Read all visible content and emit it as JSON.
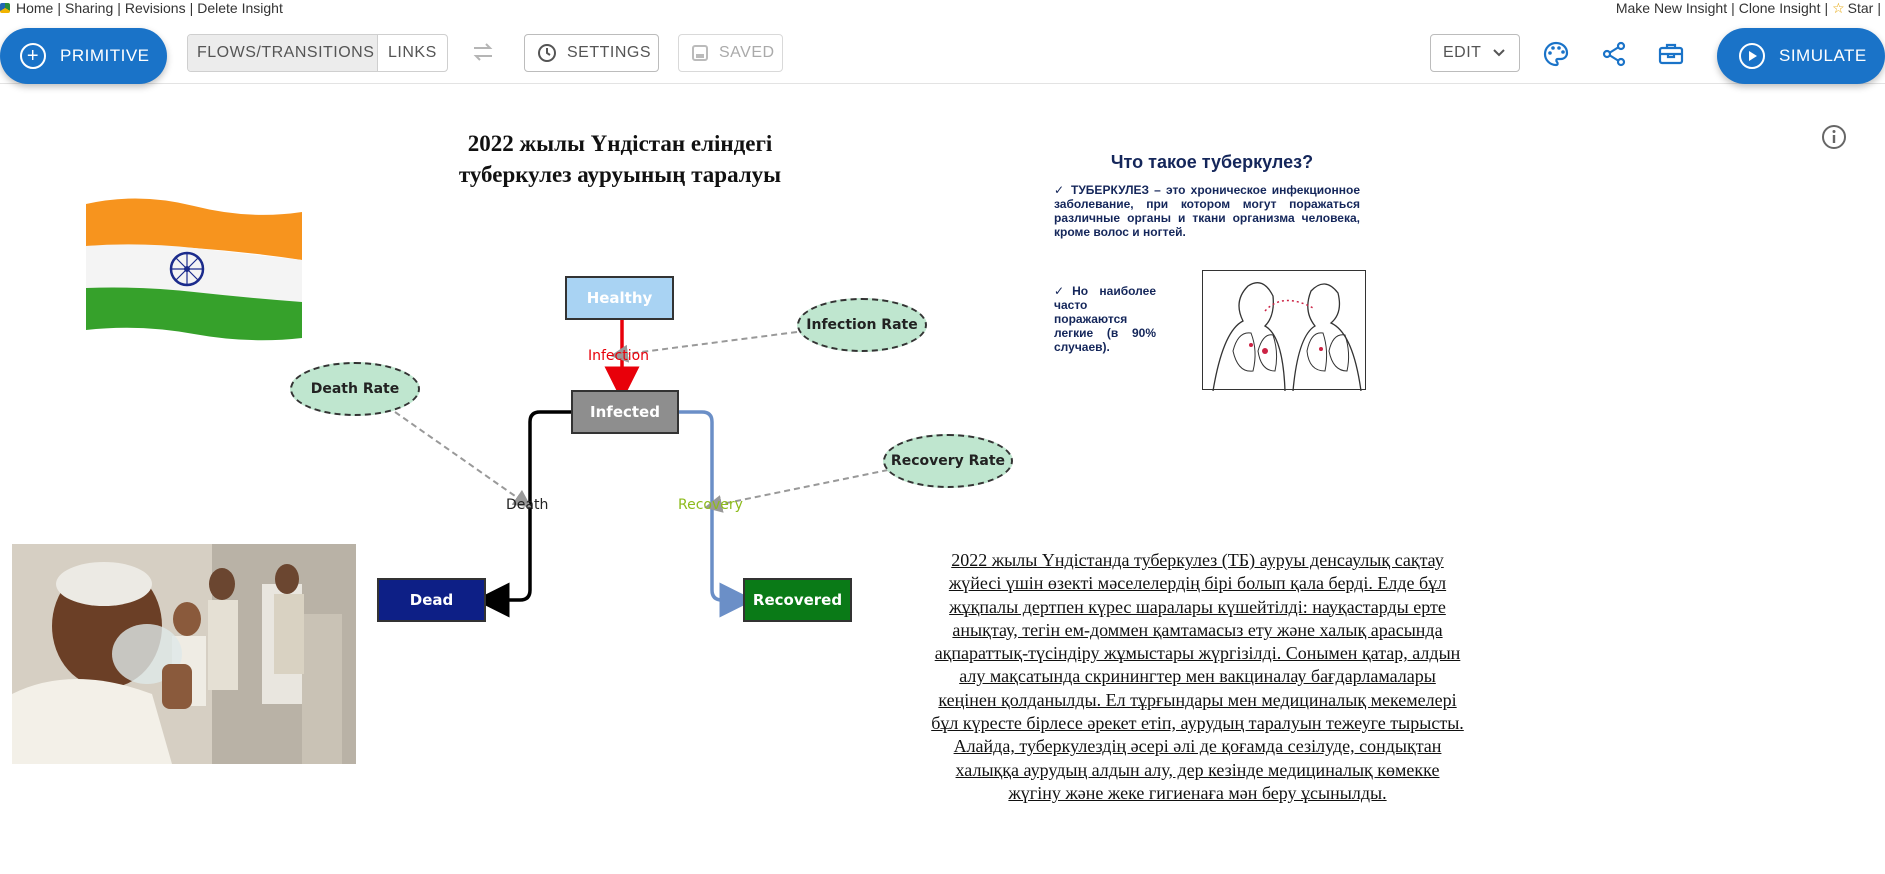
{
  "nav": {
    "left": [
      "Home",
      "Sharing",
      "Revisions",
      "Delete Insight"
    ],
    "right": [
      "Make New Insight",
      "Clone Insight",
      "Star"
    ]
  },
  "toolbar": {
    "primitive_label": "PRIMITIVE",
    "flows_tab": "FLOWS/TRANSITIONS",
    "links_tab": "LINKS",
    "settings_label": "SETTINGS",
    "saved_label": "SAVED",
    "edit_label": "EDIT",
    "simulate_label": "SIMULATE"
  },
  "canvas": {
    "title": "2022 жылы Үндістан еліндегі туберкулез ауруының таралуы",
    "stocks": {
      "healthy": "Healthy",
      "infected": "Infected",
      "dead": "Dead",
      "recovered": "Recovered"
    },
    "variables": {
      "infection_rate": "Infection Rate",
      "death_rate": "Death Rate",
      "recovery_rate": "Recovery Rate"
    },
    "flows": {
      "infection": "Infection",
      "death": "Death",
      "recovery": "Recovery"
    },
    "info_box": {
      "title": "Что такое туберкулез?",
      "p1": "✓ ТУБЕРКУЛЕЗ – это хроническое инфекционное заболевание, при котором могут поражаться различные органы и ткани организма человека, кроме волос и ногтей.",
      "p2": "✓Но наиболее часто поражаются легкие (в 90% случаев)."
    },
    "body_text": "2022 жылы Үндістанда туберкулез (ТБ) ауруы денсаулық сақтау жүйесі үшін өзекті мәселелердің бірі болып қала берді. Елде бұл жұқпалы дертпен күрес шаралары күшейтілді: науқастарды ерте анықтау, тегін ем-доммен қамтамасыз ету және халық арасында ақпараттық-түсіндіру жұмыстары жүргізілді. Сонымен қатар, алдын алу мақсатында скринингтер мен вакциналау бағдарламалары кеңінен қолданылды. Ел тұрғындары мен медициналық мекемелері бұл күресте бірлесе әрекет етіп, аурудың таралуын тежеуге тырысты. Алайда, туберкулездің әсері әлі де қоғамда сезілуде, сондықтан халыққа аурудың алдын алу, дер кезінде медициналық көмекке жүгіну және жеке гигиенаға мән беру ұсынылды."
  },
  "colors": {
    "accent": "#1a73c8",
    "healthy": "#a9d3f3",
    "infected": "#8e8e8e",
    "dead": "#0d1f86",
    "recovered": "#0a7a17",
    "variable": "#bfe6cf",
    "infection_flow": "#e8000a",
    "recovery_flow": "#6b8fc7"
  }
}
